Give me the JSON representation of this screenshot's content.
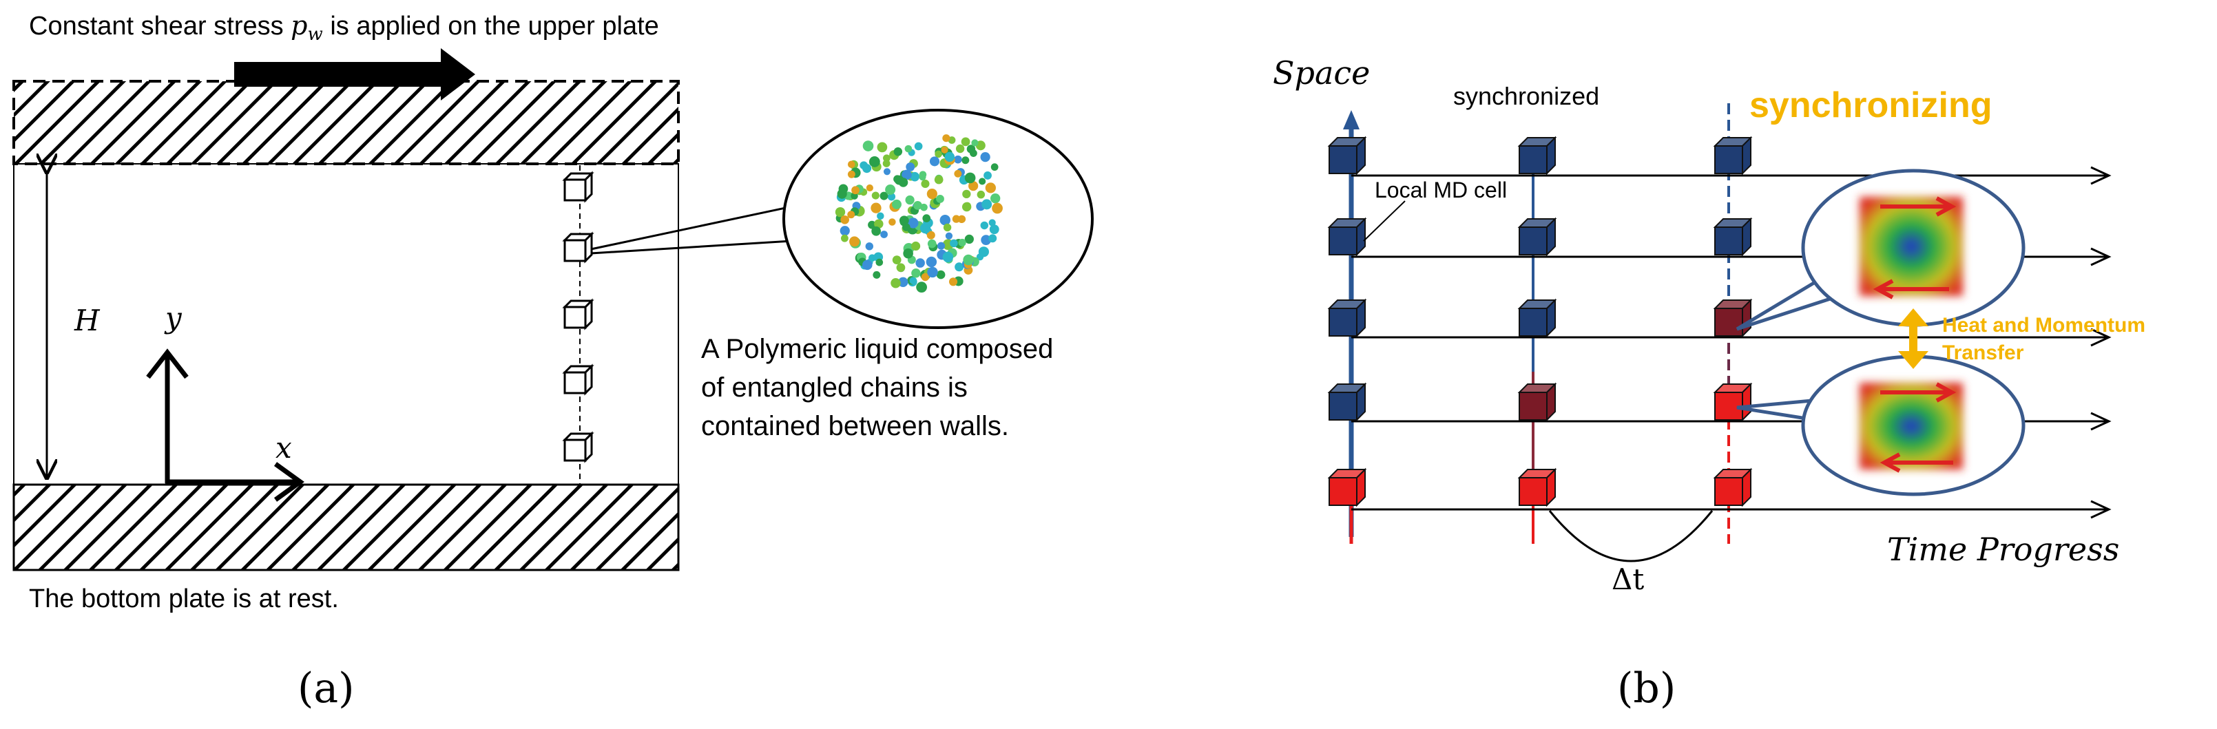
{
  "panel_a": {
    "top_caption_prefix": "Constant shear stress ",
    "top_caption_symbol": "p",
    "top_caption_subscript": "w",
    "top_caption_suffix": " is applied on the upper plate",
    "height_label": "H",
    "y_axis_label": "y",
    "x_axis_label": "x",
    "polymer_caption_lines": [
      "A Polymeric liquid composed",
      "of entangled chains is",
      "contained between walls."
    ],
    "bottom_caption": "The bottom plate is at rest.",
    "panel_label": "(a)"
  },
  "panel_b": {
    "space_label": "Space",
    "synchronized_label": "synchronized",
    "synchronizing_label": "synchronizing",
    "local_cell_label": "Local MD cell",
    "transfer_label_lines": [
      "Heat and Momentum",
      "Transfer"
    ],
    "time_label": "Time Progress",
    "dt_label": "Δt",
    "panel_label": "(b)"
  },
  "colors": {
    "blue_cell": "#1f3d73",
    "red_cell": "#e81c1c",
    "dark_red_cell": "#7a1a26",
    "axis_blue": "#2a5694",
    "synchronizing_text": "#f4b400",
    "transfer_arrow": "#f4b400",
    "bubble_outline": "#3a5a8c"
  }
}
